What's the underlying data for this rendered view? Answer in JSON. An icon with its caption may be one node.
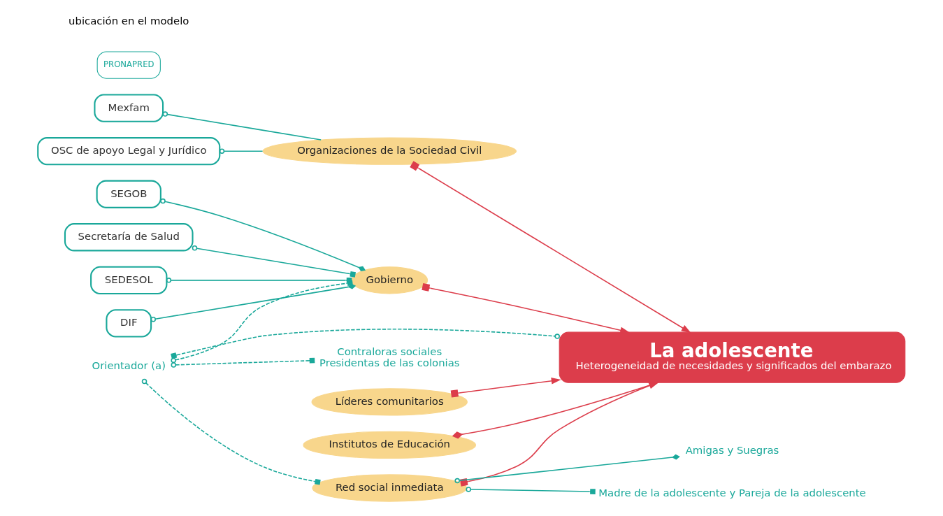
{
  "diagram": {
    "nodes": [
      {
        "text": [
          "Gobierno"
        ]
      },
      {
        "text": [
          "SEGOB"
        ]
      },
      {
        "text": [
          "PRONAPRED"
        ]
      },
      {
        "text": [
          "Secretaría de Salud"
        ]
      },
      {
        "text": [
          "SEDESOL"
        ]
      },
      {
        "text": [
          "DIF"
        ]
      },
      {
        "text": [
          "Organizaciones de la Sociedad Civil"
        ]
      },
      {
        "text": [
          "Mexfam"
        ]
      },
      {
        "text": [
          "OSC de apoyo Legal y Jurídico"
        ]
      },
      {
        "text": [
          "La adolescente",
          "Heterogeneidad de necesidades y significados del embarazo"
        ]
      },
      {
        "text": [
          "Orientador (a)"
        ]
      },
      {
        "text": [
          "Líderes comunitarios"
        ]
      },
      {
        "text": [
          "Contraloras sociales",
          "Presidentas de las colonias"
        ]
      },
      {
        "text": [
          "Institutos de Educación"
        ]
      },
      {
        "text": [
          "Red social inmediata"
        ]
      },
      {
        "text": [
          "Amigas y Suegras"
        ]
      },
      {
        "text": [
          "Madre de la adolescente y Pareja de la adolescente"
        ]
      }
    ],
    "edges": [
      {
        "from": 1,
        "to": 0,
        "arrow": "other"
      },
      {
        "from": 3,
        "to": 0,
        "arrow": "other"
      },
      {
        "from": 4,
        "to": 0,
        "arrow": "other"
      },
      {
        "from": 5,
        "to": 0,
        "arrow": "other"
      },
      {
        "from": 7,
        "to": 6,
        "arrow": "other"
      },
      {
        "from": 8,
        "to": 6,
        "arrow": "other"
      },
      {
        "from": 6,
        "to": 9,
        "arrow": "to",
        "color": "#dc3d4b"
      },
      {
        "from": 0,
        "to": 9,
        "arrow": "to",
        "color": "#dc3d4b"
      },
      {
        "from": 11,
        "to": 9,
        "arrow": "to",
        "color": "#dc3d4b"
      },
      {
        "from": 13,
        "to": 9,
        "arrow": "to",
        "color": "#dc3d4b"
      },
      {
        "from": 14,
        "to": 9,
        "arrow": "to",
        "color": "#dc3d4b"
      },
      {
        "from": 10,
        "to": 0,
        "arrow": "other",
        "style": "dashed"
      },
      {
        "from": 10,
        "to": 9,
        "arrow": "other",
        "style": "dashed"
      },
      {
        "from": 10,
        "to": 14,
        "arrow": "other",
        "style": "dashed"
      },
      {
        "from": 10,
        "to": 12,
        "arrow": "other",
        "style": "dashed"
      },
      {
        "from": 14,
        "to": 15,
        "arrow": "other"
      },
      {
        "from": 14,
        "to": 16,
        "arrow": "other"
      }
    ],
    "labels": [
      "ubicación en el modelo"
    ]
  }
}
